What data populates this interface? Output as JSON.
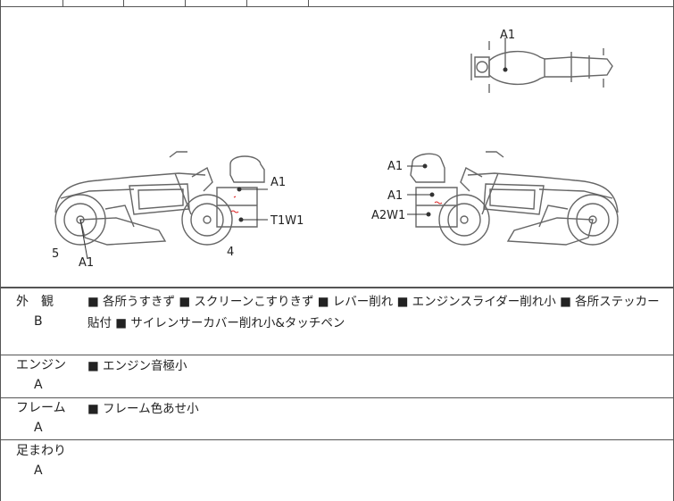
{
  "diagram": {
    "top_bike": {
      "label": "A1"
    },
    "left_bike": {
      "labels": [
        "A1",
        "T1W1",
        "5",
        "A1",
        "4"
      ]
    },
    "right_bike": {
      "labels": [
        "A1",
        "A1",
        "A2W1"
      ]
    }
  },
  "rows": [
    {
      "label": "外　観",
      "grade": "B",
      "desc": "■ 各所うすきず ■ スクリーンこすりきず ■ レバー削れ ■ エンジンスライダー削れ小 ■ 各所ステッカー貼付 ■ サイレンサーカバー削れ小&タッチペン"
    },
    {
      "label": "エンジン",
      "grade": "A",
      "desc": "■ エンジン音極小"
    },
    {
      "label": "フレーム",
      "grade": "A",
      "desc": "■ フレーム色あせ小"
    },
    {
      "label": "足まわり",
      "grade": "A",
      "desc": ""
    }
  ]
}
